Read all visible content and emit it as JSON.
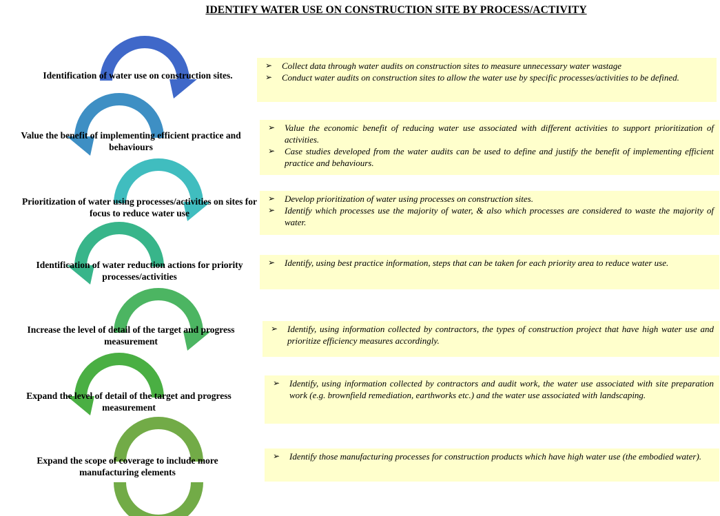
{
  "title": "IDENTIFY WATER USE ON CONSTRUCTION SITE BY PROCESS/ACTIVITY",
  "bullet_glyph": "➢",
  "arrow_colors": [
    "#3f68c9",
    "#3e8fc4",
    "#40bdbf",
    "#38b58a",
    "#4cb562",
    "#4aaf43",
    "#72ab47"
  ],
  "steps": [
    {
      "label": "Identification of water use on construction sites.",
      "bullets": [
        "Collect data through water audits on construction sites to measure unnecessary water wastage",
        "Conduct water audits on construction sites to allow the water use by specific processes/activities to be defined."
      ]
    },
    {
      "label": "Value the benefit of implementing efficient practice and behaviours",
      "bullets": [
        "Value the economic benefit of reducing water use associated with different activities to support prioritization of activities.",
        "Case studies developed from the water audits can be used to define and justify the benefit of implementing efficient practice and behaviours."
      ]
    },
    {
      "label": "Prioritization of water using processes/activities on sites for focus to reduce water use",
      "bullets": [
        "Develop prioritization of water using processes on construction sites.",
        "Identify which processes use the majority of water, & also which processes are considered to waste the majority of water."
      ]
    },
    {
      "label": "Identification of water reduction actions for priority processes/activities",
      "bullets": [
        "Identify, using best practice information, steps that can be taken for each priority area to reduce water use."
      ]
    },
    {
      "label": "Increase the level of detail of the target and progress measurement",
      "bullets": [
        "Identify, using information collected by contractors, the types of construction project that have high water use and prioritize efficiency measures accordingly."
      ]
    },
    {
      "label": "Expand the level of detail of the target and progress measurement",
      "bullets": [
        "Identify, using information collected by contractors and audit work, the water use associated with site preparation work (e.g. brownfield remediation, earthworks etc.) and the water use associated with landscaping."
      ]
    },
    {
      "label": "Expand the scope of coverage to include more manufacturing elements",
      "bullets": [
        "Identify those manufacturing processes for construction products which have high water use (the embodied water)."
      ]
    }
  ]
}
